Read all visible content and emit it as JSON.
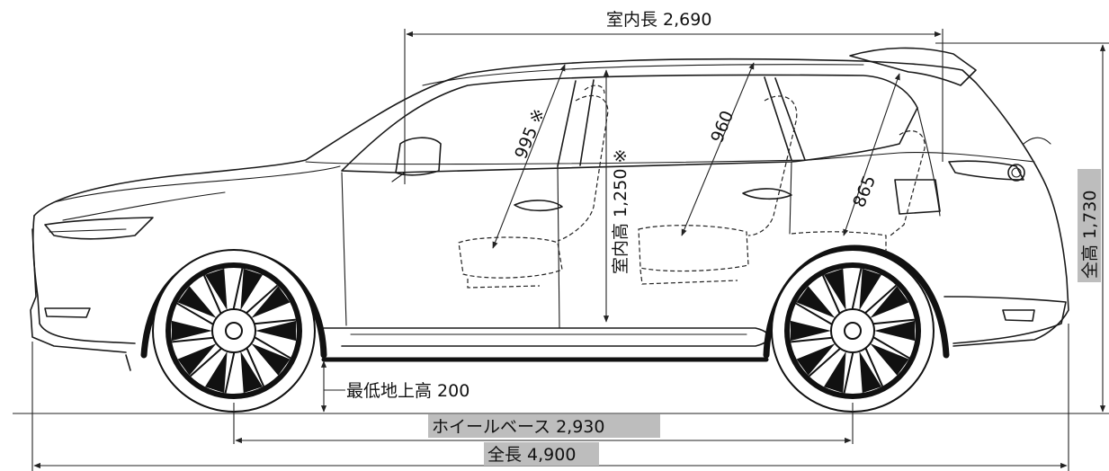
{
  "dimensions": {
    "interior_length": "室内長 2,690",
    "interior_height": "室内高 1,250 ※",
    "front_headroom": "995 ※",
    "rear_headroom": "960",
    "third_row_headroom": "865",
    "overall_height": "全高 1,730",
    "ground_clearance": "最低地上高 200",
    "wheelbase": "ホイールベース 2,930",
    "overall_length": "全長 4,900"
  },
  "colors": {
    "line": "#1a1a1a",
    "label_highlight": "#bdbdbd",
    "tire": "#111111"
  }
}
